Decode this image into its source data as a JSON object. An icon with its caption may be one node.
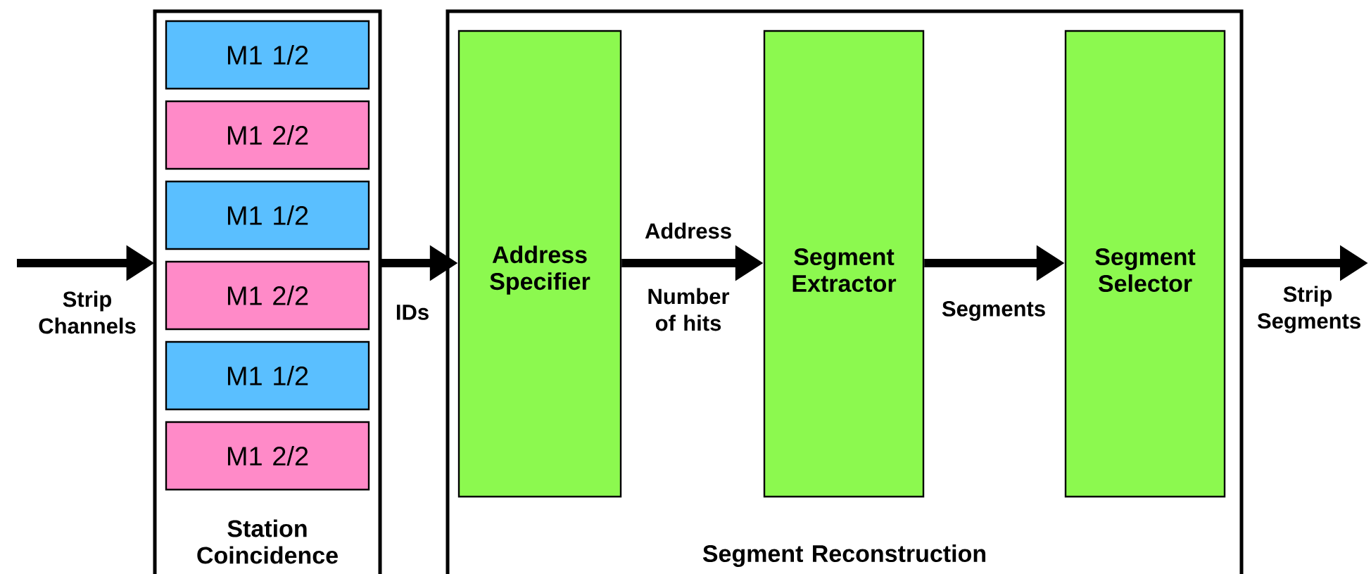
{
  "diagram": {
    "nodes": [
      {
        "text": [
          "Station Coincidence"
        ]
      },
      {
        "text": [
          "M1 1/2"
        ],
        "in": 0
      },
      {
        "text": [
          "M1 2/2"
        ],
        "in": 0
      },
      {
        "text": [
          "M1 1/2"
        ],
        "in": 0
      },
      {
        "text": [
          "M1 2/2"
        ],
        "in": 0
      },
      {
        "text": [
          "M1 1/2"
        ],
        "in": 0
      },
      {
        "text": [
          "M1 2/2"
        ],
        "in": 0
      },
      {
        "text": [
          "Segment Reconstruction"
        ]
      },
      {
        "text": [
          "Address Specifier"
        ],
        "in": 7
      },
      {
        "text": [
          "Segment Extractor"
        ],
        "in": 7
      },
      {
        "text": [
          "Segment Selector"
        ],
        "in": 7
      }
    ],
    "edges": [
      {
        "from": null,
        "to": 0,
        "arrow": "to",
        "label": "Strip Channels"
      },
      {
        "from": 0,
        "to": 8,
        "arrow": "to",
        "label": "IDs"
      },
      {
        "from": 8,
        "to": 9,
        "arrow": "to",
        "label": "Address"
      },
      {
        "from": 9,
        "to": 10,
        "arrow": "to",
        "label": "Segments"
      },
      {
        "from": 7,
        "to": null,
        "arrow": "to",
        "label": "Strip Segments"
      }
    ],
    "labels": [
      "Number of hits"
    ]
  }
}
